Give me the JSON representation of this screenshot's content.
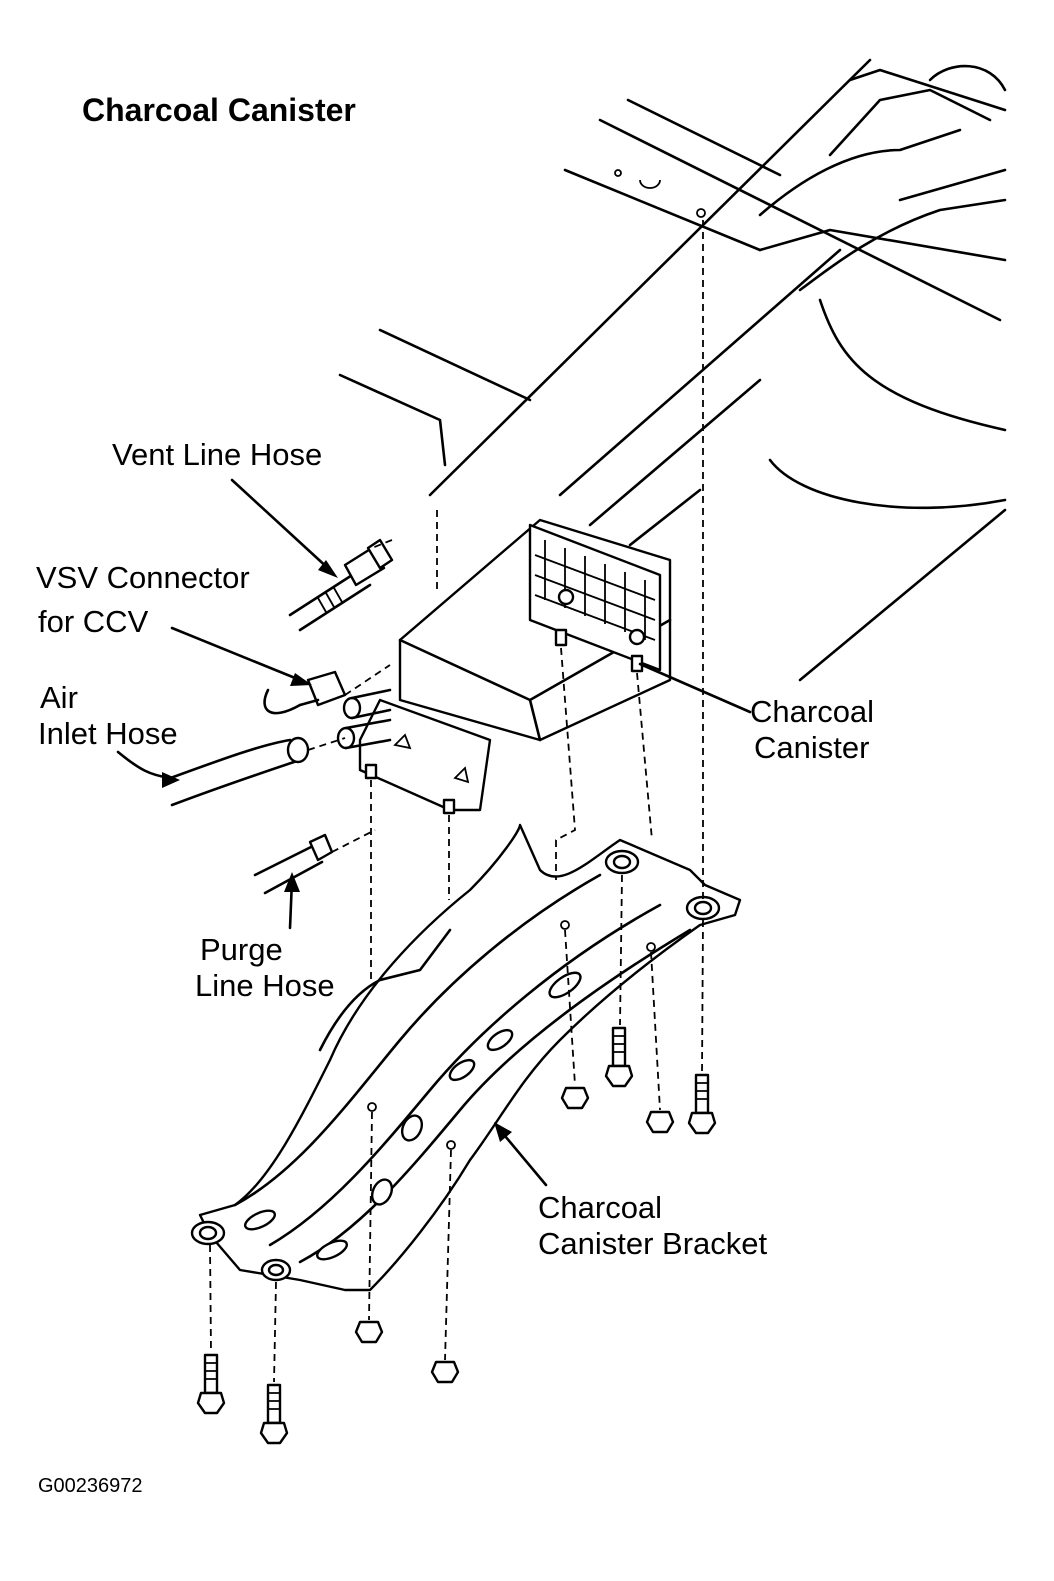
{
  "title": "Charcoal Canister",
  "labels": {
    "vent_line_hose": "Vent Line Hose",
    "vsv_connector_line1": "VSV Connector",
    "vsv_connector_line2": "for CCV",
    "air_inlet_line1": "Air",
    "air_inlet_line2": "Inlet Hose",
    "charcoal_canister_line1": "Charcoal",
    "charcoal_canister_line2": "Canister",
    "purge_line1": "Purge",
    "purge_line2": "Line Hose",
    "bracket_line1": "Charcoal",
    "bracket_line2": "Canister Bracket"
  },
  "figure_code": "G00236972"
}
